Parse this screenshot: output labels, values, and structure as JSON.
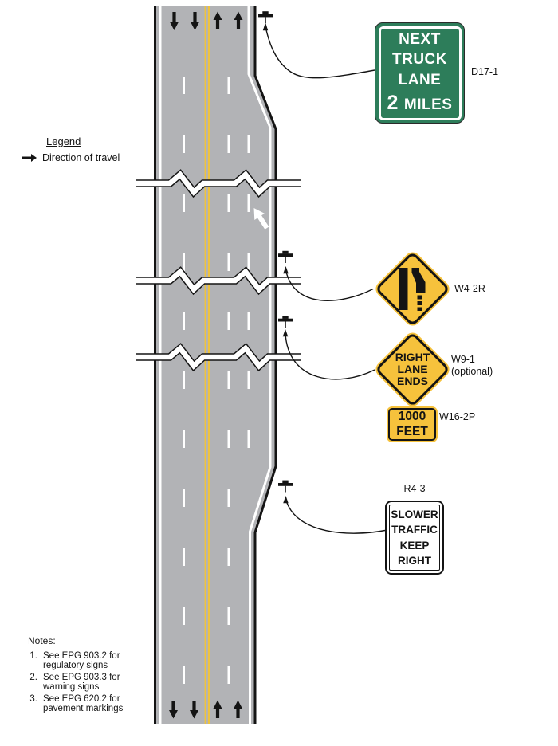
{
  "legend": {
    "title": "Legend",
    "arrow_icon": "right-arrow-icon",
    "label": "Direction of travel"
  },
  "signs": {
    "d17_1": {
      "code": "D17-1",
      "lines": [
        "NEXT",
        "TRUCK",
        "LANE"
      ],
      "distance_value": "2",
      "distance_unit": "MILES"
    },
    "w4_2r": {
      "code": "W4-2R",
      "symbol": "right-lane-ends-merge-icon"
    },
    "w9_1": {
      "code": "W9-1",
      "qualifier": "(optional)",
      "lines": [
        "RIGHT",
        "LANE",
        "ENDS"
      ]
    },
    "w16_2p": {
      "code": "W16-2P",
      "lines": [
        "1000",
        "FEET"
      ]
    },
    "r4_3": {
      "code": "R4-3",
      "lines": [
        "SLOWER",
        "TRAFFIC",
        "KEEP",
        "RIGHT"
      ]
    }
  },
  "notes": {
    "title": "Notes:",
    "items": [
      {
        "num": "1.",
        "line1": "See EPG 903.2 for",
        "line2": "regulatory signs"
      },
      {
        "num": "2.",
        "line1": "See EPG 903.3 for",
        "line2": "warning signs"
      },
      {
        "num": "3.",
        "line1": "See EPG 620.2 for",
        "line2": "pavement markings"
      }
    ]
  },
  "colors": {
    "sign_green": "#2d7d5a",
    "sign_yellow": "#f6c23c",
    "road_gray": "#b2b3b6",
    "marking_yellow": "#eec33f",
    "line_black": "#141414"
  }
}
